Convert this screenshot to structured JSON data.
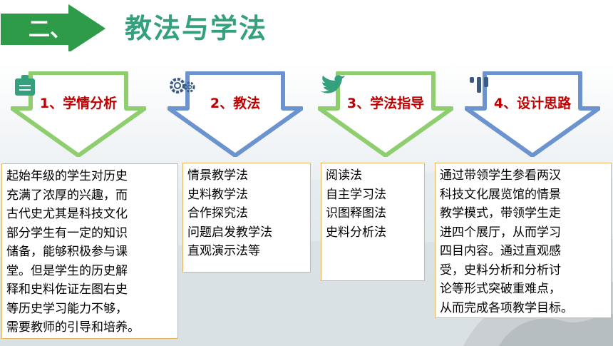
{
  "header": {
    "section_number": "二、",
    "title": "教法与学法",
    "accent_color": "#34a07d",
    "arrow_color": "#2e9b48"
  },
  "steps": [
    {
      "label": "1、学情分析",
      "icon": "document-icon",
      "chevron_color": "#8fce6f",
      "lines": [
        "起始年级的学生对历史",
        "充满了浓厚的兴趣，而",
        "古代史尤其是科技文化",
        "部分学生有一定的知识",
        "储备，能够积极参与课",
        "堂。但是学生的历史解",
        "释和史料佐证左图右史",
        "等历史学习能力不够，",
        "需要教师的引导和培养。"
      ]
    },
    {
      "label": "2、教法",
      "icon": "gears-icon",
      "chevron_color": "#6a93d0",
      "lines": [
        "情景教学法",
        "史料教学法",
        "合作探究法",
        "问题启发教学法",
        "直观演示法等"
      ]
    },
    {
      "label": "3、学法指导",
      "icon": "bird-icon",
      "chevron_color": "#8fce6f",
      "lines": [
        "阅读法",
        "自主学习法",
        "识图释图法",
        "史料分析法"
      ]
    },
    {
      "label": "4、设计思路",
      "icon": "bars-icon",
      "chevron_color": "#6a93d0",
      "lines": [
        "通过带领学生参看两汉",
        "科技文化展览馆的情景",
        "教学模式，带领学生走",
        "进四个展厅，从而学习",
        "四目内容。通过直观感",
        "受，史料分析和分析讨",
        "论等形式突破重难点，",
        "从而完成各项教学目标。"
      ]
    }
  ],
  "colors": {
    "label_red": "#c00000",
    "box_border": "#e5b65c",
    "icon_green": "#34a07d",
    "icon_blue": "#3a5a80"
  }
}
